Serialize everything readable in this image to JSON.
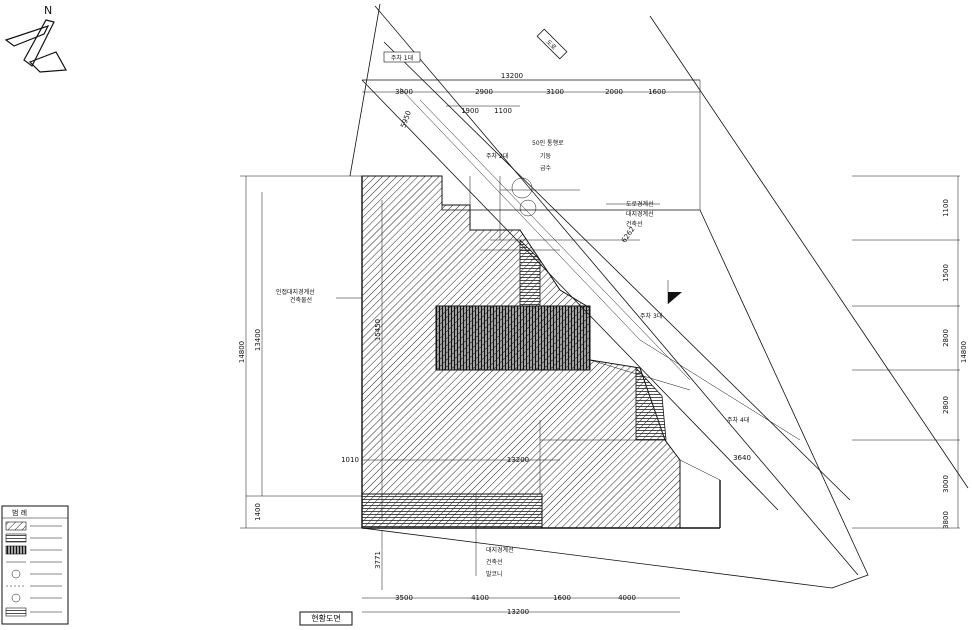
{
  "compass": {
    "north_label": "N"
  },
  "road_label": "도로",
  "title_box": "현황도면",
  "legend": {
    "title": "범 례",
    "items": [
      "",
      "",
      "",
      "",
      "",
      "",
      "",
      ""
    ]
  },
  "dims": {
    "top_total": "13200",
    "top_segments": [
      "3800",
      "2900",
      "3100",
      "2000",
      "1600"
    ],
    "top_sub": [
      "1900",
      "1100"
    ],
    "bottom_total": "13200",
    "bottom_segments": [
      "3500",
      "4100",
      "1600",
      "4000"
    ],
    "mid_total": "13200",
    "left_outer": "14800",
    "left_inner": "13400",
    "left_low": "1400",
    "left_small": "1010",
    "right_total": "14800",
    "right_segments": [
      "1100",
      "1500",
      "2800",
      "2800",
      "3000",
      "3800"
    ],
    "inner_vertical": "15450",
    "bottom_vertical": "3771",
    "diag_a": "5950",
    "diag_b": "6262",
    "diag_c": "3640"
  },
  "notes": {
    "top_left_tag": "주차 1대",
    "exhaust": "50인 통행로",
    "parking_2": "주차 2대",
    "column": "기둥",
    "water": "급수",
    "bldg_a": "도로경계선",
    "bldg_b": "대지경계선",
    "bldg_c": "건축선",
    "left_a": "인접대지경계선",
    "left_b": "건축물선",
    "parking_3": "주차 3대",
    "parking_4": "주차 4대",
    "bottom_a": "대지경계선",
    "bottom_b": "건축선",
    "bottom_c": "발코니"
  }
}
